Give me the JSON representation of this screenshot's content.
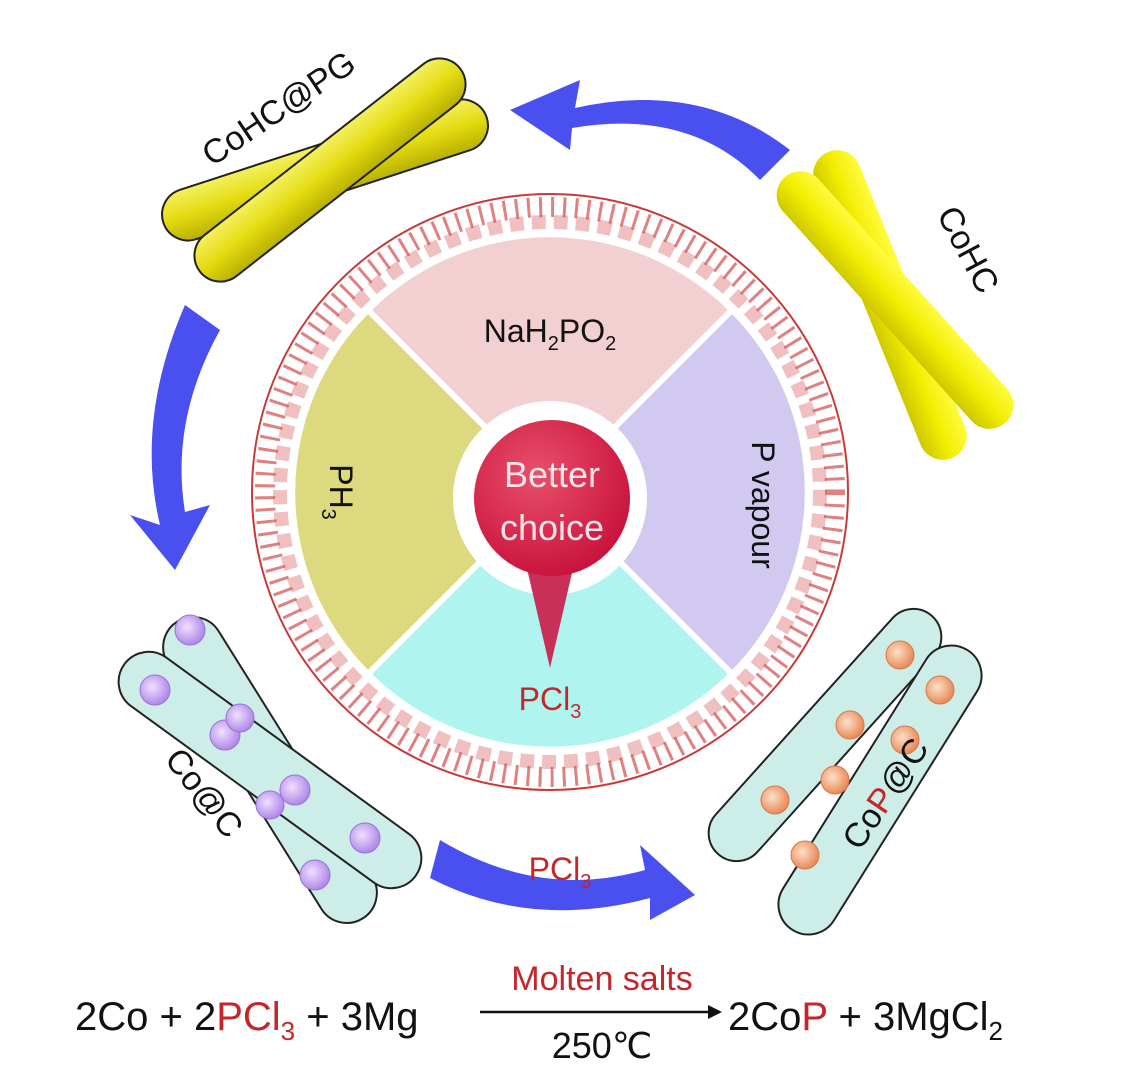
{
  "center": {
    "line1": "Better",
    "line2": "choice"
  },
  "sectors": {
    "top": {
      "base": "NaH",
      "sub1": "2",
      "mid": "PO",
      "sub2": "2"
    },
    "left": {
      "base": "PH",
      "sub": "3"
    },
    "right": {
      "label": "P vapour"
    },
    "bottom": {
      "base": "PCl",
      "sub": "3"
    }
  },
  "materials": {
    "cohc_pg": "CoHC@PG",
    "cohc": "CoHC",
    "co_c": "Co@C",
    "cop_c_pre": "Co",
    "cop_c_p": "P",
    "cop_c_post": "@C"
  },
  "arrow_label": {
    "base": "PCl",
    "sub": "3"
  },
  "equation": {
    "r1": "2Co + 2",
    "r2": "PCl",
    "r2sub": "3",
    "r3": " + 3Mg",
    "condition_top": "Molten salts",
    "condition_bottom": "250℃",
    "p1": "2Co",
    "p2": "P",
    "p3": " + 3MgCl",
    "p3sub": "2"
  },
  "colors": {
    "accent_red": "#d42a2a",
    "arrow_blue": "#4a4ff0",
    "yellow": "#e8e000",
    "sector_top": "#f2cfd0",
    "sector_left": "#dcd97e",
    "sector_right": "#d1c9f0",
    "sector_bottom": "#aff4ef"
  }
}
